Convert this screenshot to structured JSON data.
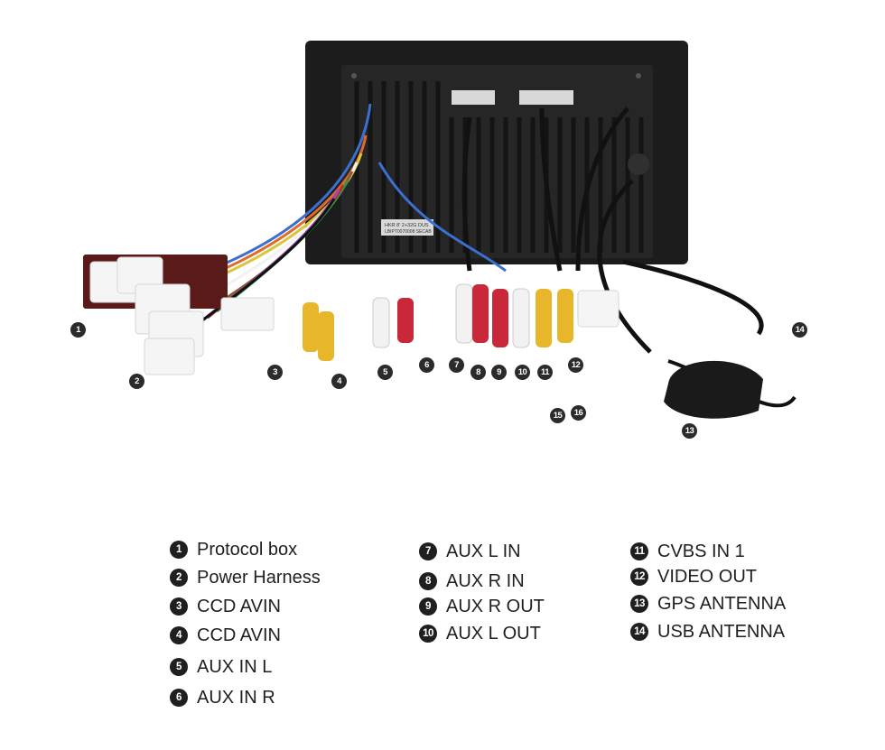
{
  "photo": {
    "unit_sticker": [
      "HKR 8' 2+32G DUS",
      "LBIPT0070008 SECAB"
    ],
    "callouts": [
      "1",
      "2",
      "3",
      "4",
      "5",
      "6",
      "7",
      "8",
      "9",
      "10",
      "11",
      "12",
      "13",
      "14",
      "15",
      "16"
    ]
  },
  "legend": [
    {
      "num": "1",
      "label": "Protocol box"
    },
    {
      "num": "2",
      "label": "Power Harness"
    },
    {
      "num": "3",
      "label": "CCD AVIN"
    },
    {
      "num": "4",
      "label": "CCD AVIN"
    },
    {
      "num": "5",
      "label": "AUX IN L"
    },
    {
      "num": "6",
      "label": "AUX IN R"
    },
    {
      "num": "7",
      "label": "AUX L IN"
    },
    {
      "num": "8",
      "label": "AUX R IN"
    },
    {
      "num": "9",
      "label": "AUX R OUT"
    },
    {
      "num": "10",
      "label": "AUX L OUT"
    },
    {
      "num": "11",
      "label": "CVBS IN 1"
    },
    {
      "num": "12",
      "label": "VIDEO OUT"
    },
    {
      "num": "13",
      "label": "GPS ANTENNA"
    },
    {
      "num": "14",
      "label": "USB ANTENNA"
    }
  ],
  "colors": {
    "unit": "#1c1c1c",
    "rca_white": "#f2f2f2",
    "rca_red": "#c8283a",
    "rca_yellow": "#e8b62a",
    "plug_white": "#f5f5f5"
  }
}
